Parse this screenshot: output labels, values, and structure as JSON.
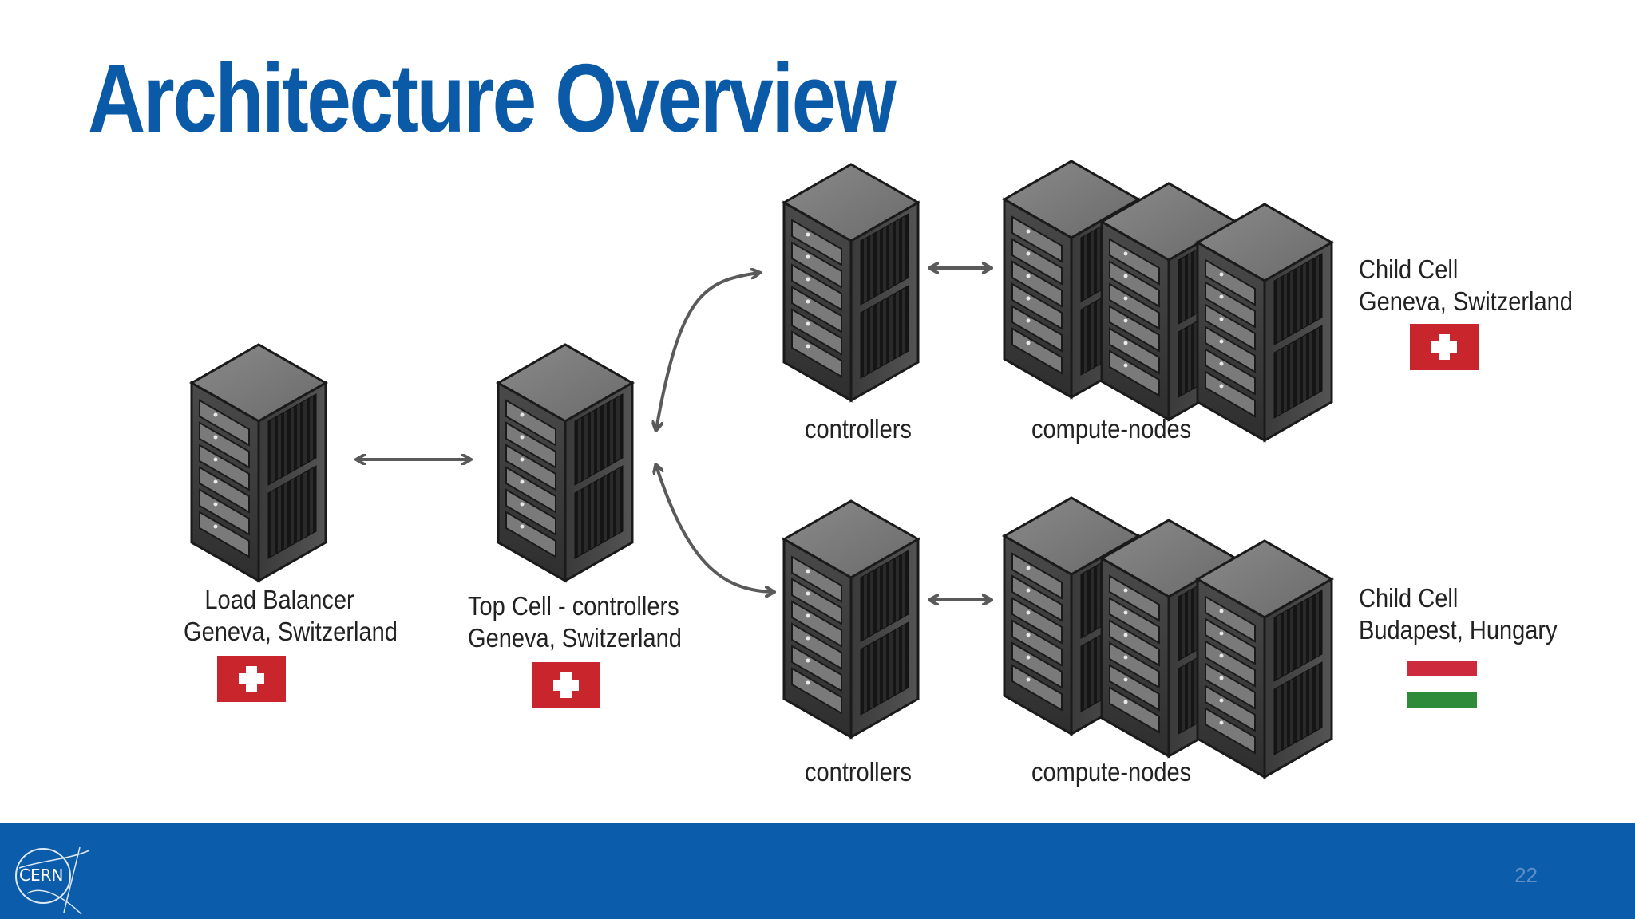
{
  "slide": {
    "title": "Architecture Overview",
    "page_number": "22"
  },
  "logo": {
    "text": "CERN"
  },
  "nodes": {
    "load_balancer": {
      "line1": "Load Balancer",
      "line2": "Geneva, Switzerland",
      "flag": "switzerland"
    },
    "top_cell": {
      "line1": "Top Cell - controllers",
      "line2": "Geneva, Switzerland",
      "flag": "switzerland"
    },
    "child_cell_geneva": {
      "controllers_label": "controllers",
      "compute_label": "compute-nodes",
      "line1": "Child Cell",
      "line2": "Geneva, Switzerland",
      "flag": "switzerland"
    },
    "child_cell_budapest": {
      "controllers_label": "controllers",
      "compute_label": "compute-nodes",
      "line1": "Child Cell",
      "line2": "Budapest, Hungary",
      "flag": "hungary"
    }
  },
  "colors": {
    "title": "#0b5aa8",
    "footer": "#0c5cac",
    "arrow": "#5a5a5a",
    "swiss_red": "#c8252c",
    "hungary_red": "#cd2a3e",
    "hungary_green": "#2e8b3a"
  }
}
